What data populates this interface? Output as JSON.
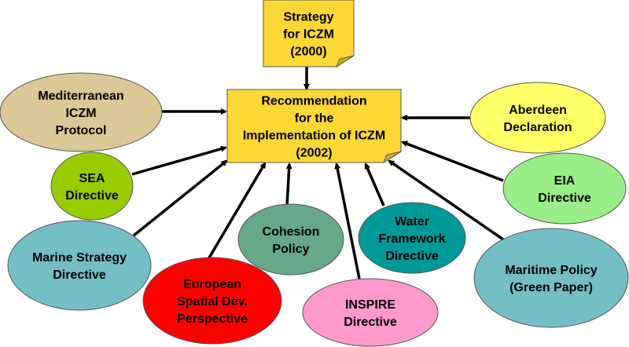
{
  "center": {
    "lines": [
      "Recommendation",
      "for the",
      "Implementation of ICZM",
      "(2002)"
    ],
    "color": "#fdd835"
  },
  "strategy": {
    "lines": [
      "Strategy",
      "for ICZM",
      "(2000)"
    ],
    "color": "#fdd835"
  },
  "nodes": [
    {
      "id": "mediterranean",
      "lines": [
        "Mediterranean",
        "ICZM",
        "Protocol"
      ],
      "color": "#dcc896"
    },
    {
      "id": "sea",
      "lines": [
        "SEA",
        "Directive"
      ],
      "color": "#99cc00"
    },
    {
      "id": "marine",
      "lines": [
        "Marine Strategy",
        "Directive"
      ],
      "color": "#74bec6"
    },
    {
      "id": "european",
      "lines": [
        "European",
        "Spatial Dev.",
        "Perspective"
      ],
      "color": "#ff0000"
    },
    {
      "id": "cohesion",
      "lines": [
        "Cohesion",
        "Policy"
      ],
      "color": "#66a88a"
    },
    {
      "id": "inspire",
      "lines": [
        "INSPIRE",
        "Directive"
      ],
      "color": "#ff99cc"
    },
    {
      "id": "water",
      "lines": [
        "Water",
        "Framework",
        "Directive"
      ],
      "color": "#009999"
    },
    {
      "id": "maritime",
      "lines": [
        "Maritime Policy",
        "(Green Paper)"
      ],
      "color": "#74bec6"
    },
    {
      "id": "eia",
      "lines": [
        "EIA",
        "Directive"
      ],
      "color": "#99ee88"
    },
    {
      "id": "aberdeen",
      "lines": [
        "Aberdeen",
        "Declaration"
      ],
      "color": "#ffff66"
    }
  ]
}
